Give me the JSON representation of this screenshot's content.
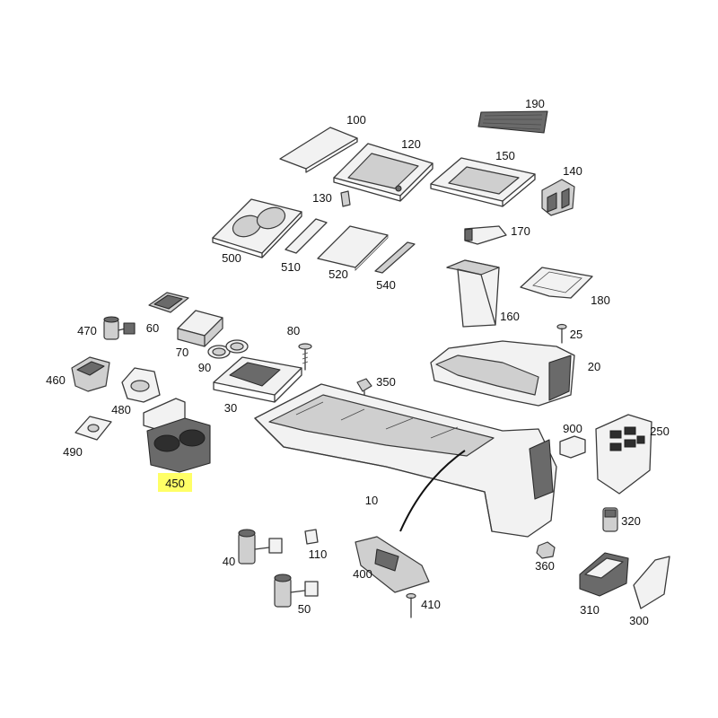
{
  "highlight_color": "#ffff66",
  "highlighted_part": "450",
  "parts": [
    {
      "id": "p190",
      "label": "190"
    },
    {
      "id": "p100",
      "label": "100"
    },
    {
      "id": "p120",
      "label": "120"
    },
    {
      "id": "p150",
      "label": "150"
    },
    {
      "id": "p140",
      "label": "140"
    },
    {
      "id": "p130",
      "label": "130"
    },
    {
      "id": "p170",
      "label": "170"
    },
    {
      "id": "p500",
      "label": "500"
    },
    {
      "id": "p510",
      "label": "510"
    },
    {
      "id": "p520",
      "label": "520"
    },
    {
      "id": "p540",
      "label": "540"
    },
    {
      "id": "p180",
      "label": "180"
    },
    {
      "id": "p160",
      "label": "160"
    },
    {
      "id": "p470",
      "label": "470"
    },
    {
      "id": "p60",
      "label": "60"
    },
    {
      "id": "p70",
      "label": "70"
    },
    {
      "id": "p80",
      "label": "80"
    },
    {
      "id": "p25",
      "label": "25"
    },
    {
      "id": "p90",
      "label": "90"
    },
    {
      "id": "p460",
      "label": "460"
    },
    {
      "id": "p350",
      "label": "350"
    },
    {
      "id": "p20",
      "label": "20"
    },
    {
      "id": "p480",
      "label": "480"
    },
    {
      "id": "p30",
      "label": "30"
    },
    {
      "id": "p900",
      "label": "900"
    },
    {
      "id": "p250",
      "label": "250"
    },
    {
      "id": "p490",
      "label": "490"
    },
    {
      "id": "p450",
      "label": "450"
    },
    {
      "id": "p10",
      "label": "10"
    },
    {
      "id": "p320",
      "label": "320"
    },
    {
      "id": "p40",
      "label": "40"
    },
    {
      "id": "p110",
      "label": "110"
    },
    {
      "id": "p400",
      "label": "400"
    },
    {
      "id": "p360",
      "label": "360"
    },
    {
      "id": "p310",
      "label": "310"
    },
    {
      "id": "p410",
      "label": "410"
    },
    {
      "id": "p50",
      "label": "50"
    },
    {
      "id": "p300",
      "label": "300"
    }
  ]
}
